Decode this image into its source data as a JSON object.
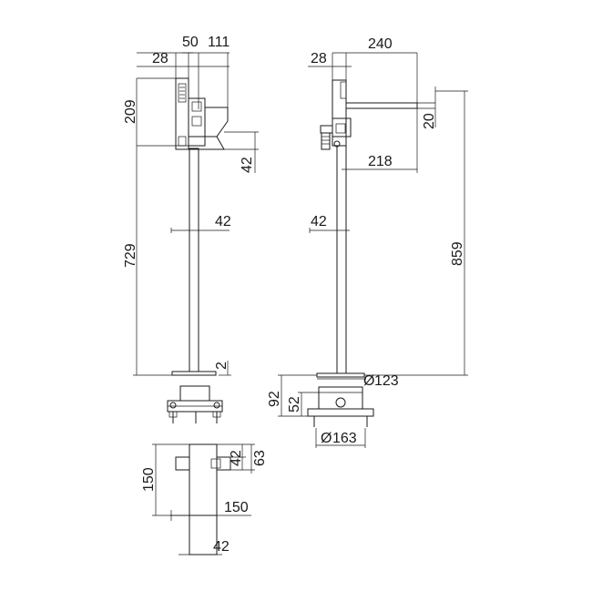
{
  "dimensions": {
    "top_50": "50",
    "top_111": "111",
    "top_28_left": "28",
    "side_209": "209",
    "side_42_head": "42",
    "pipe_42_left": "42",
    "side_729": "729",
    "base_2": "2",
    "top_28_right": "28",
    "top_240": "240",
    "spout_20": "20",
    "spout_218": "218",
    "pipe_42_right": "42",
    "side_859": "859",
    "dia_123": "123",
    "box_92": "92",
    "box_52": "52",
    "dia_163": "163",
    "plan_150_v": "150",
    "plan_42": "42",
    "plan_63": "63",
    "plan_150_h": "150",
    "plan_42_bottom": "42"
  },
  "symbols": {
    "diameter": "Ø"
  }
}
